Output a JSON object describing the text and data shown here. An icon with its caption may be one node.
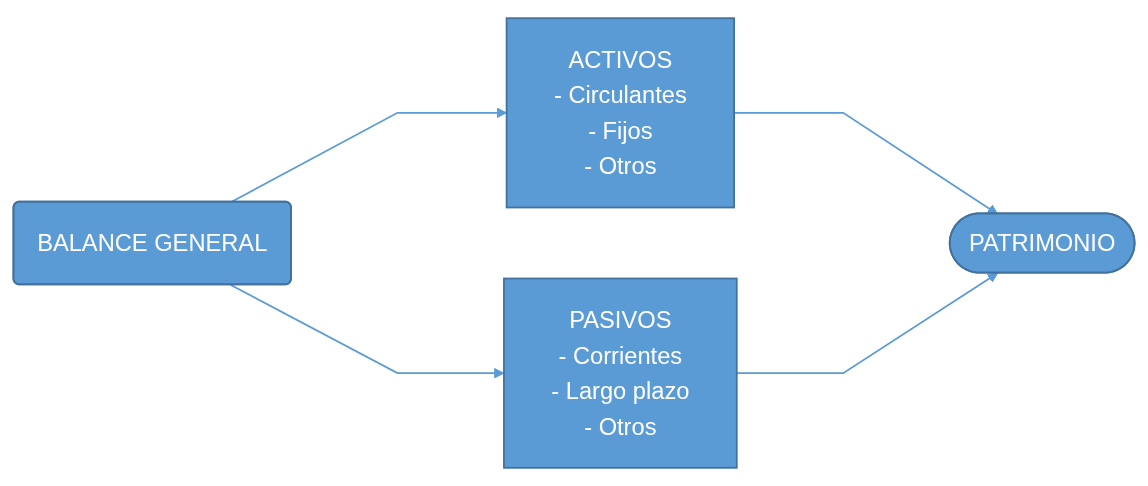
{
  "diagram": {
    "nodes": [
      {
        "text": [
          "BALANCE GENERAL"
        ]
      },
      {
        "text": [
          "ACTIVOS",
          "- Circulantes",
          "- Fijos",
          "- Otros"
        ]
      },
      {
        "text": [
          "PASIVOS",
          "- Corrientes",
          "- Largo plazo",
          "- Otros"
        ]
      },
      {
        "text": [
          "PATRIMONIO"
        ]
      }
    ],
    "edges": [
      {
        "from": 0,
        "to": 1,
        "arrow": "to"
      },
      {
        "from": 0,
        "to": 2,
        "arrow": "to"
      },
      {
        "from": 1,
        "to": 3,
        "arrow": "to"
      },
      {
        "from": 2,
        "to": 3,
        "arrow": "to"
      }
    ]
  }
}
